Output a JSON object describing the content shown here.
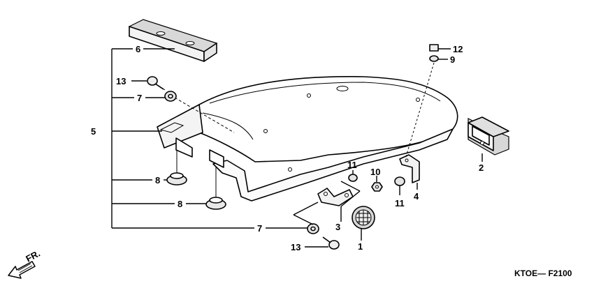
{
  "callouts": {
    "c1": "1",
    "c2": "2",
    "c3": "3",
    "c4": "4",
    "c5": "5",
    "c6": "6",
    "c7a": "7",
    "c7b": "7",
    "c8a": "8",
    "c8b": "8",
    "c9": "9",
    "c10": "10",
    "c11a": "11",
    "c11b": "11",
    "c12": "12",
    "c13a": "13",
    "c13b": "13"
  },
  "front_marker": "FR.",
  "diagram_code": "KTOE— F2100"
}
